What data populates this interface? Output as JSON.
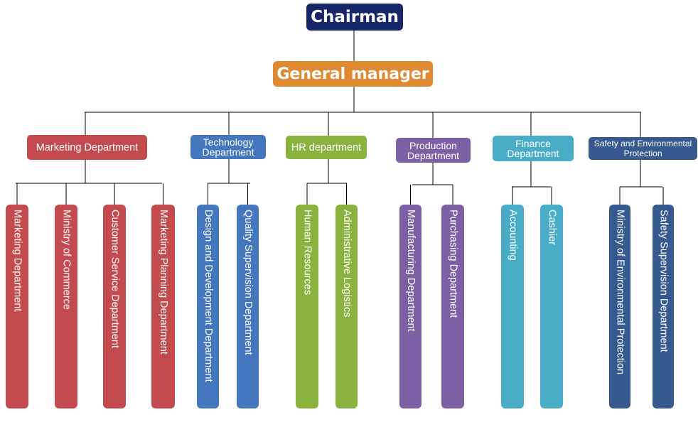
{
  "chart": {
    "root": "Chairman",
    "manager": "General manager",
    "departments": [
      {
        "label": "Marketing Department",
        "color": "#c34b4f",
        "units": [
          "Marketing Department",
          "Ministry of Commerce",
          "Customer Service Department",
          "Marketing Planning Department"
        ]
      },
      {
        "label": "Technology Department",
        "color": "#4577be",
        "units": [
          "Design and Development Department",
          "Quality Supervision Department"
        ]
      },
      {
        "label": "HR department",
        "color": "#89b23f",
        "units": [
          "Human Resources",
          "Administrative Logistics"
        ]
      },
      {
        "label": "Production Department",
        "color": "#7d60a4",
        "units": [
          "Manufacturing Department",
          "Purchasing Department"
        ]
      },
      {
        "label": "Finance Department",
        "color": "#4aadc8",
        "units": [
          "Accounting",
          "Cashier"
        ]
      },
      {
        "label": "Safety and Environmental Protection",
        "color": "#36598f",
        "units": [
          "Ministry of Environmental Protection",
          "Safety Supervision Department"
        ]
      }
    ]
  }
}
